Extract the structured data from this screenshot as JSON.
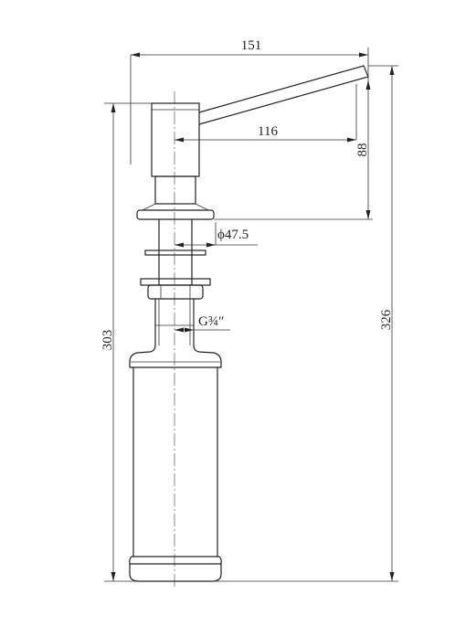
{
  "dimensions": {
    "total_width": "151",
    "spout_reach": "116",
    "spout_height": "88",
    "flange_diameter": "ϕ47.5",
    "thread": "G¾″",
    "body_height": "303",
    "total_height": "326"
  },
  "colors": {
    "line": "#222222",
    "background": "#ffffff"
  }
}
